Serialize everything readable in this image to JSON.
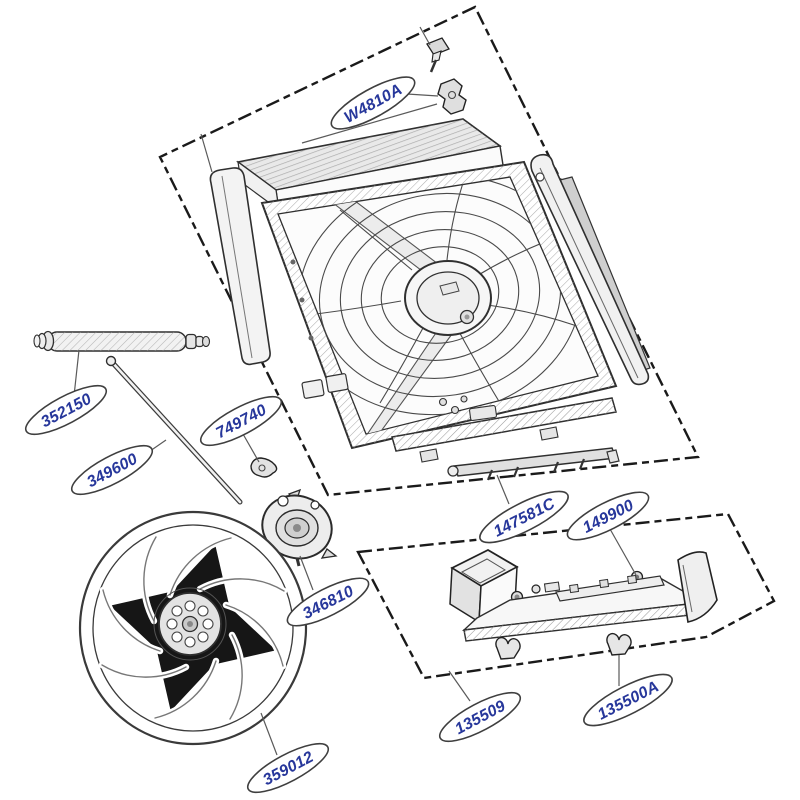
{
  "diagram": {
    "type": "exploded-parts-diagram",
    "description": "Appliance fan assembly exploded view with part number callouts",
    "part_labels": [
      {
        "part_number": "W4810A"
      },
      {
        "part_number": "352150"
      },
      {
        "part_number": "349600"
      },
      {
        "part_number": "749740"
      },
      {
        "part_number": "346810"
      },
      {
        "part_number": "147581C"
      },
      {
        "part_number": "149900"
      },
      {
        "part_number": "359012"
      },
      {
        "part_number": "135509"
      },
      {
        "part_number": "135500A"
      }
    ],
    "colors": {
      "background": "#ffffff",
      "line_art": "#2f2f2f",
      "label_text": "#27379b",
      "label_outline": "#3f3f3f",
      "boundary_dash": "#1a1a1a",
      "fan_hub_dark": "#161616"
    }
  }
}
